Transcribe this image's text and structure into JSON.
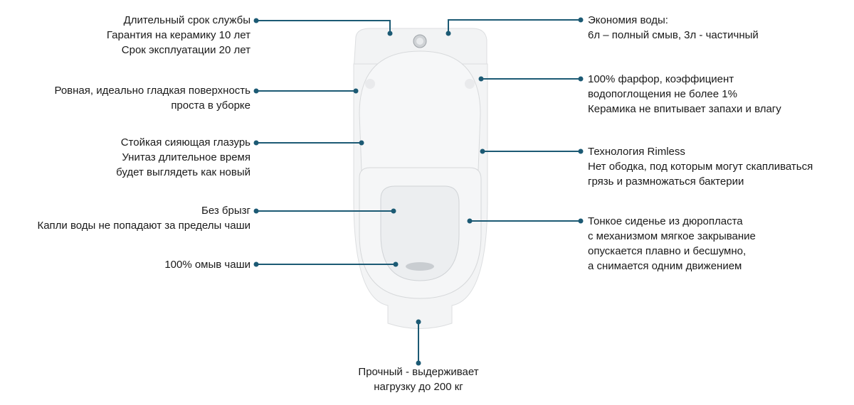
{
  "colors": {
    "line": "#1c5a74",
    "porcelain": "#f1f2f3",
    "outline": "#d6d8da"
  },
  "left_callouts": [
    {
      "lines": [
        "Длительный срок службы",
        "Гарантия на керамику 10 лет",
        "Срок эксплуатации 20 лет"
      ]
    },
    {
      "lines": [
        "Ровная, идеально гладкая поверхность",
        "проста в уборке"
      ]
    },
    {
      "lines": [
        "Стойкая сияющая глазурь",
        "Унитаз длительное время",
        "будет выглядеть как новый"
      ]
    },
    {
      "lines": [
        "Без брызг",
        "Капли воды не попадают за пределы чаши"
      ]
    },
    {
      "lines": [
        "100% омыв чаши"
      ]
    }
  ],
  "right_callouts": [
    {
      "lines": [
        "Экономия воды:",
        "6л – полный смыв, 3л - частичный"
      ]
    },
    {
      "lines": [
        "100% фарфор, коэффициент",
        "водопоглощения не более 1%",
        "Керамика не впитывает запахи и влагу"
      ]
    },
    {
      "lines": [
        "Технология Rimless",
        "Нет ободка, под которым могут скапливаться",
        "грязь и размножаться бактерии"
      ]
    },
    {
      "lines": [
        "Тонкое сиденье из дюропласта",
        "с механизмом мягкое закрывание",
        "опускается плавно и бесшумно,",
        "а снимается одним движением"
      ]
    }
  ],
  "bottom_callout": {
    "lines": [
      "Прочный - выдерживает",
      "нагрузку  до 200 кг"
    ]
  }
}
